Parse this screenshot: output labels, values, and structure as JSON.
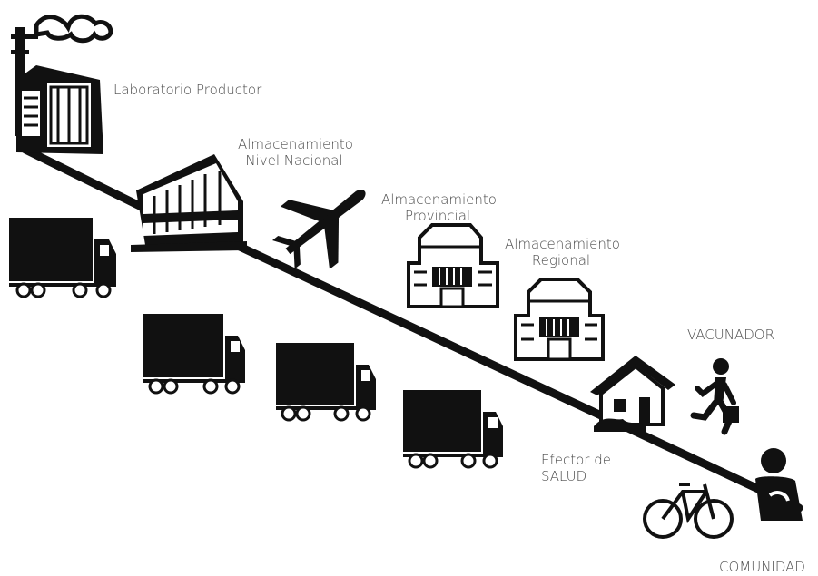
{
  "diagram": {
    "labels": {
      "producer": "Laboratorio Productor",
      "national_line1": "Almacenamiento",
      "national_line2": "Nivel Nacional",
      "provincial_line1": "Almacenamiento",
      "provincial_line2": "Provincial",
      "regional_line1": "Almacenamiento",
      "regional_line2": "Regional",
      "vaccinator": "VACUNADOR",
      "health_line1": "Efector de",
      "health_line2": "SALUD",
      "community": "COMUNIDAD"
    },
    "colors": {
      "ink": "#111111",
      "label": "#4a4a4a",
      "background": "#ffffff"
    },
    "icons": [
      "factory-icon",
      "warehouse-icon",
      "airplane-icon",
      "building-icon",
      "truck-icon",
      "house-icon",
      "running-person-icon",
      "bicycle-icon",
      "person-icon"
    ]
  }
}
